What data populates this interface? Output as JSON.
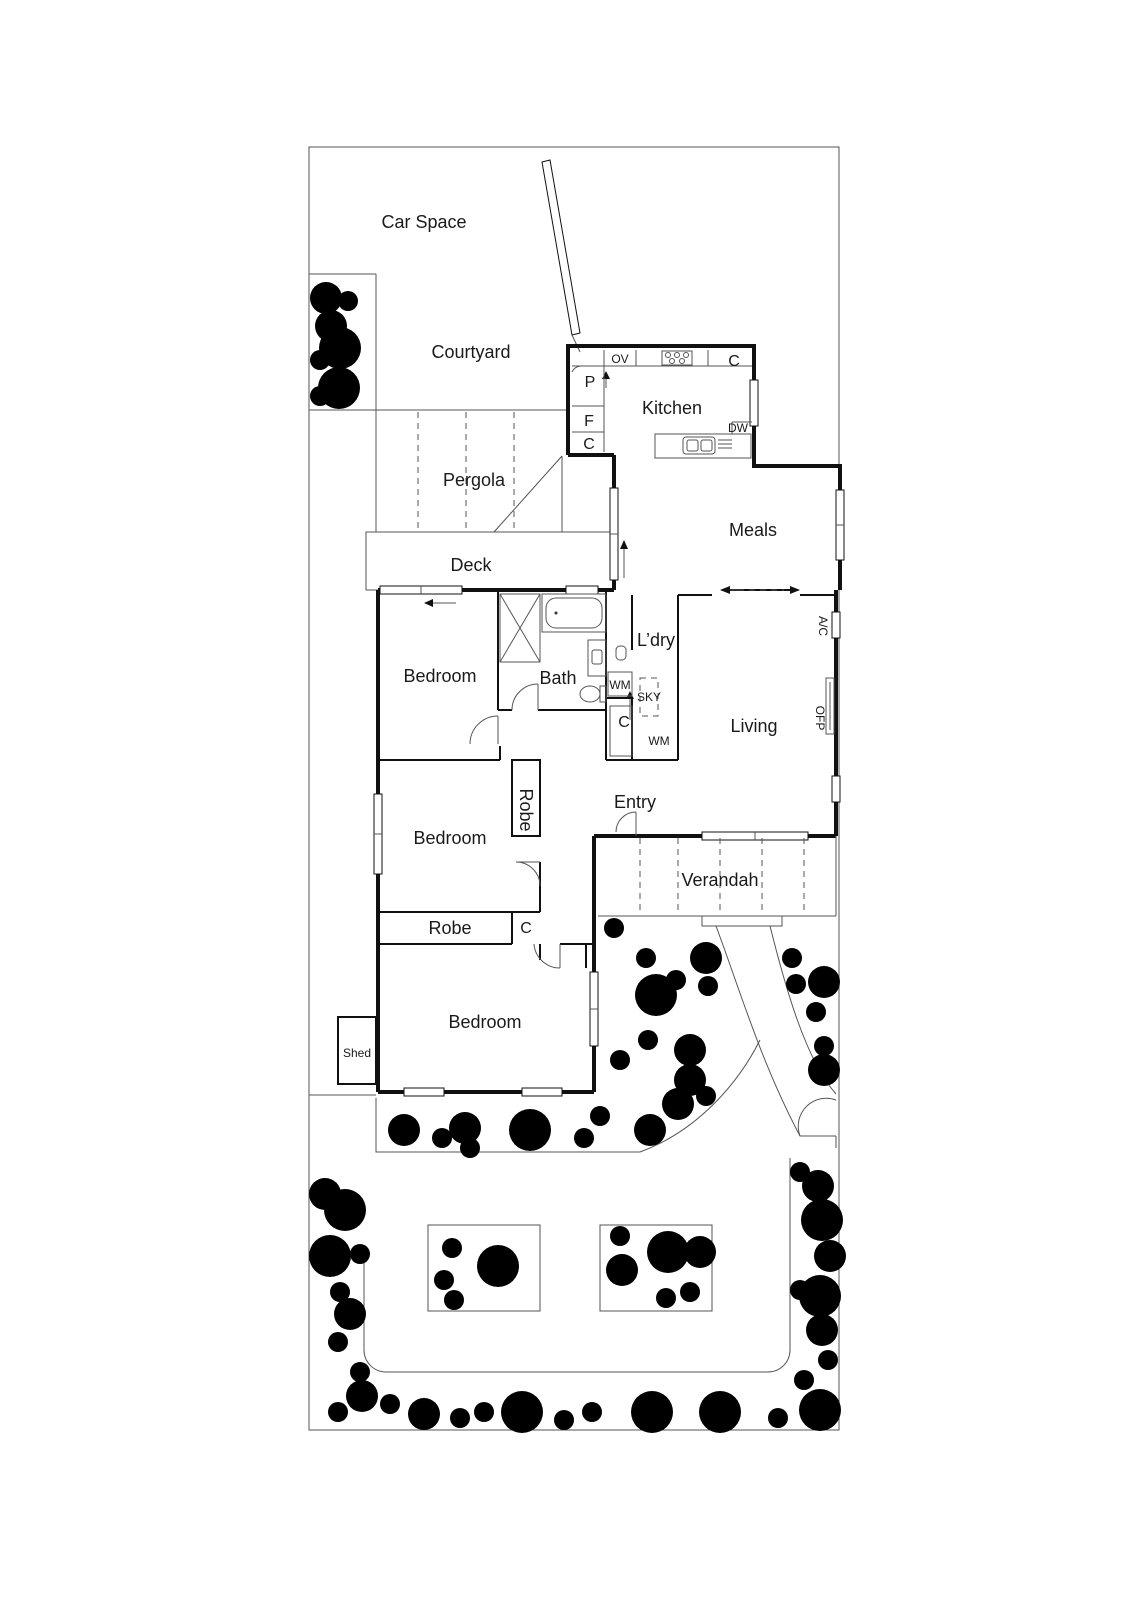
{
  "plan": {
    "rooms": {
      "car_space": "Car Space",
      "courtyard": "Courtyard",
      "kitchen": "Kitchen",
      "pergola": "Pergola",
      "deck": "Deck",
      "meals": "Meals",
      "bedroom_1": "Bedroom",
      "bath": "Bath",
      "laundry": "L’dry",
      "living": "Living",
      "entry": "Entry",
      "bedroom_2": "Bedroom",
      "robe_1": "Robe",
      "verandah": "Verandah",
      "robe_2": "Robe",
      "bedroom_3": "Bedroom",
      "shed": "Shed"
    },
    "fixtures": {
      "oven": "OV",
      "pantry": "P",
      "fridge": "F",
      "cupboard_kitchen_top": "C",
      "cupboard_kitchen_side": "C",
      "dishwasher": "DW",
      "washing_machine_bath": "WM",
      "washing_machine_laundry": "WM",
      "skylight": "SKY",
      "cupboard_laundry": "C",
      "air_conditioner": "A/C",
      "open_fireplace": "OFP",
      "cupboard_hall": "C"
    }
  }
}
